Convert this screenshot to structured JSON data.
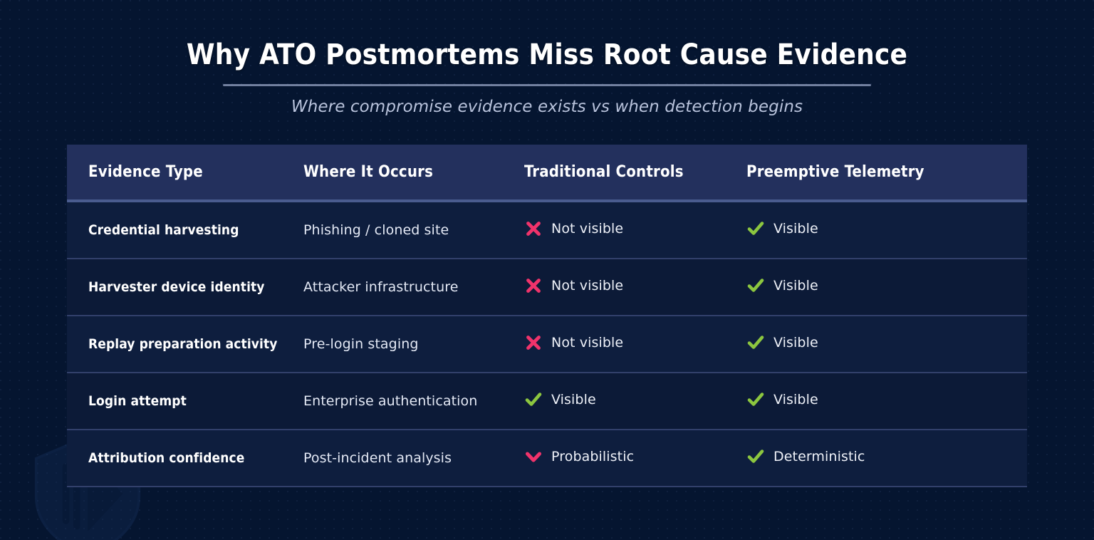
{
  "header": {
    "title": "Why ATO Postmortems Miss Root Cause Evidence",
    "subtitle": "Where compromise evidence exists vs when detection begins"
  },
  "colors": {
    "background": "#051530",
    "header_band": "#23305d",
    "row_background": "#0e1e3e",
    "row_background_alt": "#0c1a37",
    "divider": "#32406b",
    "header_underline": "#4a5c8f",
    "title_text": "#ffffff",
    "subtitle_text": "#b9c3dc",
    "negative": "#f0336b",
    "positive": "#8cc63f"
  },
  "table": {
    "columns": [
      {
        "label": "Evidence Type"
      },
      {
        "label": "Where It Occurs"
      },
      {
        "label": "Traditional Controls"
      },
      {
        "label": "Preemptive Telemetry"
      }
    ],
    "rows": [
      {
        "evidence_type": "Credential harvesting",
        "where_it_occurs": "Phishing / cloned site",
        "traditional": {
          "icon": "cross-icon",
          "label": "Not visible",
          "state": "negative"
        },
        "preemptive": {
          "icon": "check-icon",
          "label": "Visible",
          "state": "positive"
        }
      },
      {
        "evidence_type": "Harvester device identity",
        "where_it_occurs": "Attacker infrastructure",
        "traditional": {
          "icon": "cross-icon",
          "label": "Not visible",
          "state": "negative"
        },
        "preemptive": {
          "icon": "check-icon",
          "label": "Visible",
          "state": "positive"
        }
      },
      {
        "evidence_type": "Replay preparation activity",
        "where_it_occurs": "Pre-login staging",
        "traditional": {
          "icon": "cross-icon",
          "label": "Not visible",
          "state": "negative"
        },
        "preemptive": {
          "icon": "check-icon",
          "label": "Visible",
          "state": "positive"
        }
      },
      {
        "evidence_type": "Login attempt",
        "where_it_occurs": "Enterprise authentication",
        "traditional": {
          "icon": "check-icon",
          "label": "Visible",
          "state": "positive"
        },
        "preemptive": {
          "icon": "check-icon",
          "label": "Visible",
          "state": "positive"
        }
      },
      {
        "evidence_type": "Attribution confidence",
        "where_it_occurs": "Post-incident analysis",
        "traditional": {
          "icon": "chevron-down-icon",
          "label": "Probabilistic",
          "state": "negative"
        },
        "preemptive": {
          "icon": "check-icon",
          "label": "Deterministic",
          "state": "positive"
        }
      }
    ]
  },
  "watermark": {
    "icon": "shield-logo-icon"
  }
}
